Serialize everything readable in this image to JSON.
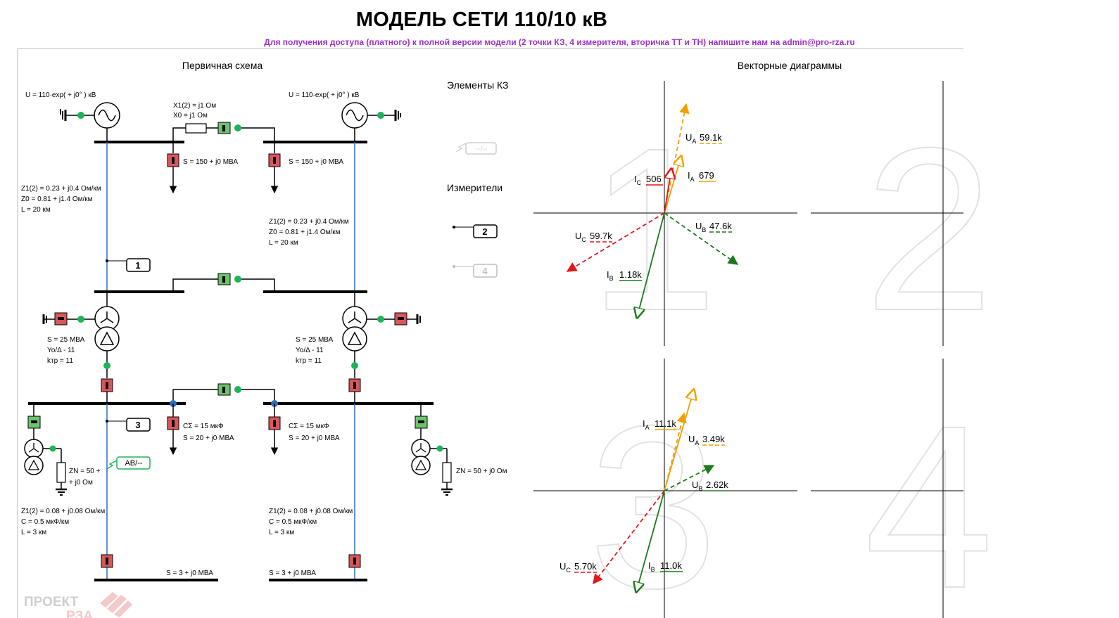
{
  "header": {
    "title": "МОДЕЛЬ СЕТИ 110/10 кВ",
    "access_note": "Для получения доступа (платного) к полной версии модели (2 точки КЗ, 4 измерителя, вторичка ТТ и ТН) напишите нам на admin@pro-rza.ru"
  },
  "primary": {
    "title": "Первичная схема",
    "source_left": "U = 110·exp( + j0° ) кВ",
    "source_right": "U = 110·exp( + j0° ) кВ",
    "x_line1": "X1(2) = j1 Ом",
    "x_line2": "X0 = j1 Ом",
    "load110_left": "S = 150 + j0 МВА",
    "load110_right": "S = 150 + j0 МВА",
    "line110_left": [
      "Z1(2) = 0.23 + j0.4 Ом/км",
      "Z0 = 0.81 + j1.4 Ом/км",
      "L = 20 км"
    ],
    "line110_right": [
      "Z1(2) = 0.23 + j0.4 Ом/км",
      "Z0 = 0.81 + j1.4 Ом/км",
      "L = 20 км"
    ],
    "meter1": "1",
    "meter3": "3",
    "trafo_left": [
      "S = 25 МВА",
      "Yo/Δ - 11",
      "kтр = 11"
    ],
    "trafo_right": [
      "S = 25 МВА",
      "Yo/Δ - 11",
      "kтр = 11"
    ],
    "cap_left": "CΣ = 15 мкФ",
    "cap_right": "CΣ = 15 мкФ",
    "load10_left": "S = 20 + j0 МВА",
    "load10_right": "S = 20 + j0 МВА",
    "zn_left": [
      "ZN = 50 +",
      "+ j0 Ом"
    ],
    "zn_right": "ZN = 50 + j0 Ом",
    "fault_tag": "AB/--",
    "line10_left": [
      "Z1(2) = 0.08 + j0.08 Ом/км",
      "C = 0.5 мкФ/км",
      "L = 3 км"
    ],
    "line10_right": [
      "Z1(2) = 0.08 + j0.08 Ом/км",
      "C = 0.5 мкФ/км",
      "L = 3 км"
    ],
    "end_load_left": "S = 3 + j0 МВА",
    "end_load_right": "S = 3 + j0 МВА"
  },
  "palette": {
    "kz_title": "Элементы КЗ",
    "kz_tag": "--/--",
    "meters_title": "Измерители",
    "meter_active": "2",
    "meter_inactive": "4"
  },
  "vectors": {
    "title": "Векторные диаграммы",
    "panels": [
      {
        "number": "1",
        "labels": {
          "UA": "59.1k",
          "IA": "679",
          "IC": "506",
          "UB": "47.6k",
          "UC": "59.7k",
          "IB": "1.18k"
        }
      },
      {
        "number": "2"
      },
      {
        "number": "3",
        "labels": {
          "IA": "11.1k",
          "UA": "3.49k",
          "UB": "2.62k",
          "UC": "5.70k",
          "IB": "11.0k"
        }
      },
      {
        "number": "4"
      }
    ]
  },
  "colors": {
    "phaseA": "#f0a000",
    "phaseB": "#1a7a1a",
    "phaseC": "#e01818",
    "breaker_closed": "#d9575b",
    "breaker_open": "#6cc46c",
    "line": "#2f6fbf",
    "node": "#1db35a",
    "title_note": "#9b30c8"
  }
}
